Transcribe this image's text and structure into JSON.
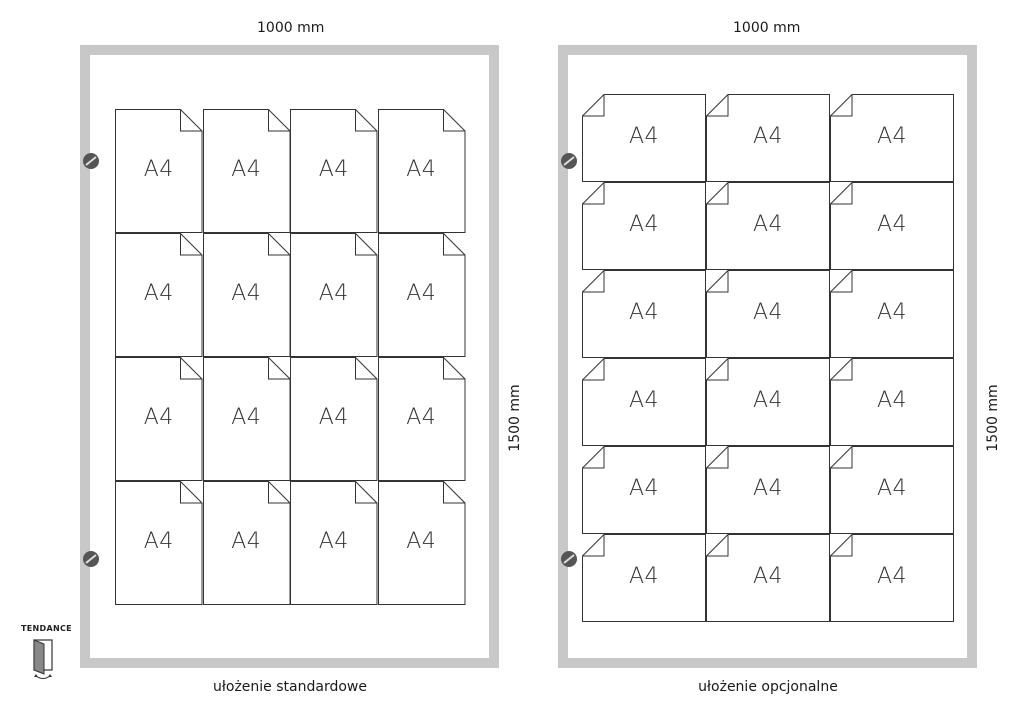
{
  "colors": {
    "frame": "#c8c8c8",
    "line": "#333333",
    "screw": "#555555"
  },
  "standard": {
    "width_label": "1000 mm",
    "height_label": "1500 mm",
    "caption": "ułożenie standardowe",
    "pocket_label": "A4",
    "rows": 4,
    "cols": 4
  },
  "optional": {
    "width_label": "1000 mm",
    "height_label": "1500 mm",
    "caption": "ułożenie opcjonalne",
    "pocket_label": "A4",
    "rows": 6,
    "cols": 3
  },
  "logo": {
    "text": "TENDANCE",
    "icon": "door-icon"
  }
}
